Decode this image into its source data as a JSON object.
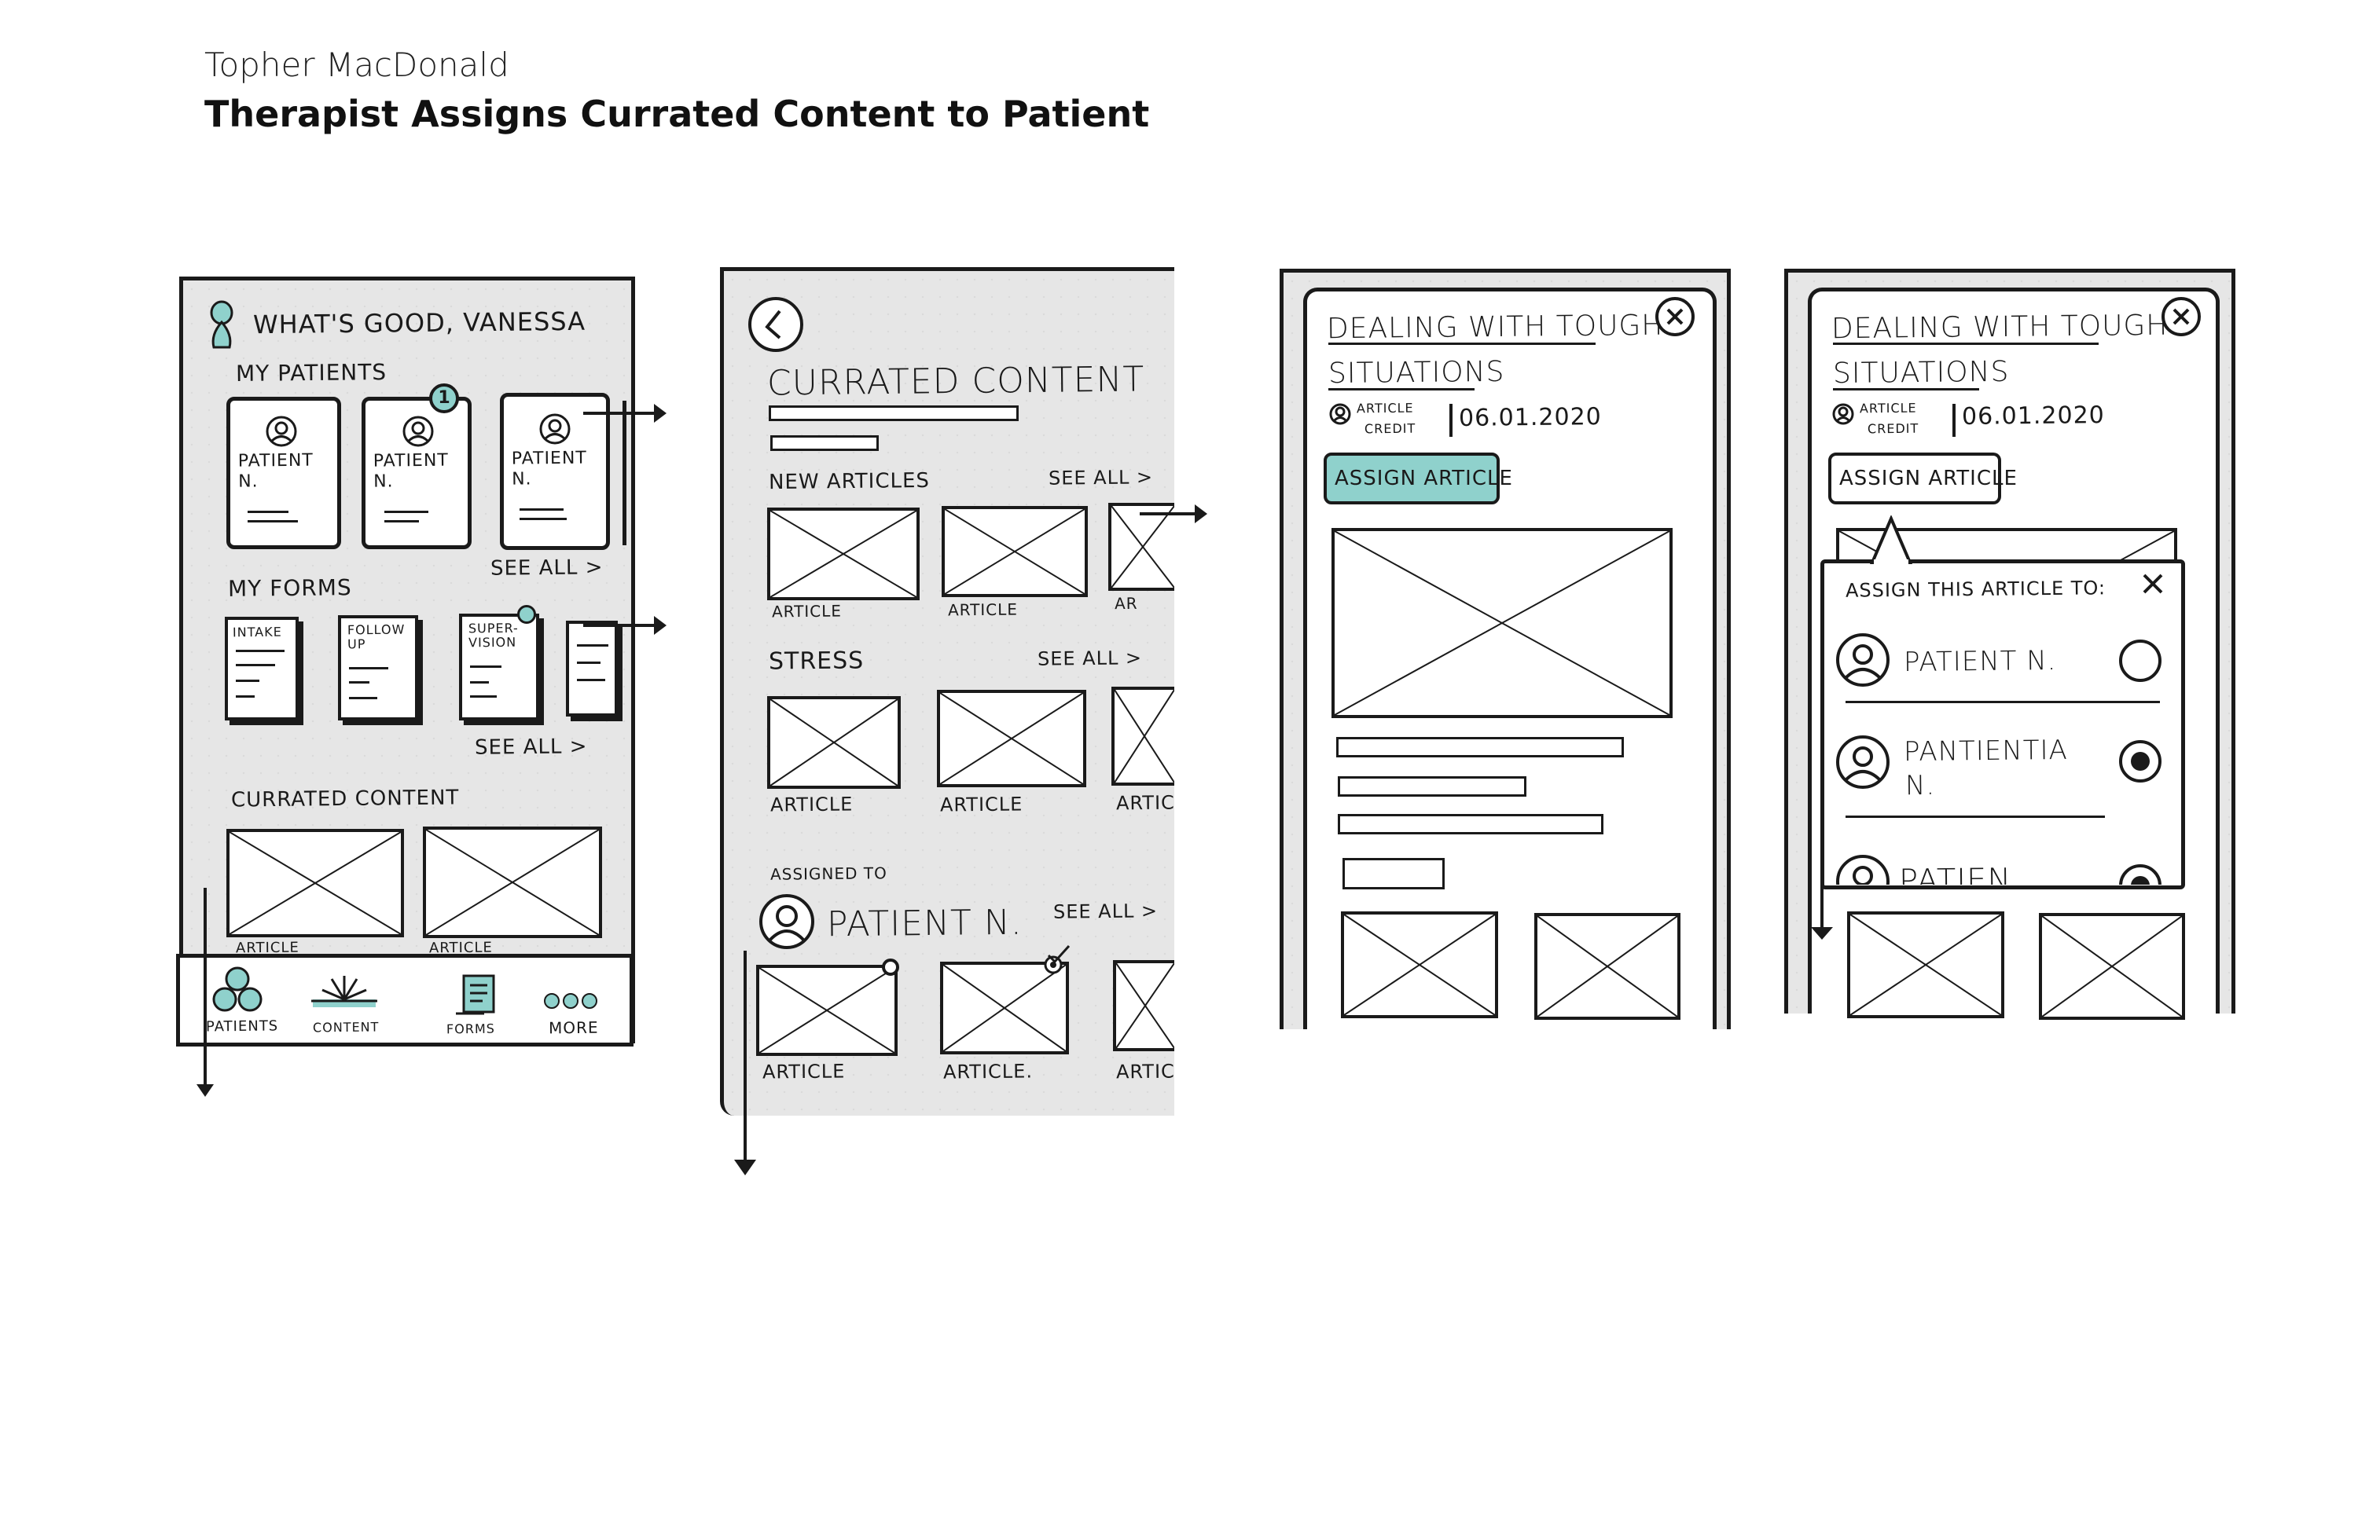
{
  "header": {
    "author": "Topher MacDonald",
    "title": "Therapist Assigns Currated Content to Patient"
  },
  "screen1": {
    "greeting": "What's good, Vanessa",
    "my_patients_label": "My Patients",
    "patients": [
      {
        "label": "Patient N."
      },
      {
        "label": "Patient N."
      },
      {
        "label": "Patient N."
      }
    ],
    "patient_badge": "1",
    "see_all_1": "See All >",
    "my_forms_label": "My Forms",
    "forms": [
      "Intake",
      "Follow up",
      "Super-vision"
    ],
    "see_all_2": "See All >",
    "currated_label": "Currated Content",
    "article_labels": [
      "Article",
      "Article"
    ],
    "nav": [
      "Patients",
      "Content",
      "Forms",
      "More"
    ]
  },
  "screen2": {
    "heading": "Currated Content",
    "new_articles_label": "New Articles",
    "see_all_new": "See all >",
    "new_articles": [
      "Article",
      "Article",
      "Ar"
    ],
    "stress_label": "Stress",
    "see_all_stress": "See all >",
    "stress_articles": [
      "Article",
      "Article",
      "Artic"
    ],
    "assigned_label": "Assigned To",
    "assigned_patient": "Patient N.",
    "see_all_assigned": "See all >",
    "assigned_articles": [
      "Article",
      "Article.",
      "Artic"
    ]
  },
  "screen3": {
    "title_line1": "Dealing with tough",
    "title_line2": "situations",
    "credit_line1": "Article",
    "credit_line2": "Credit",
    "date": "06.01.2020",
    "assign_button": "Assign Article"
  },
  "screen4": {
    "title_line1": "Dealing with tough",
    "title_line2": "situations",
    "credit_line1": "Article",
    "credit_line2": "Credit",
    "date": "06.01.2020",
    "assign_button": "Assign Article",
    "popup_title": "Assign this article to:",
    "popup_patients": [
      {
        "name_line1": "Patient N.",
        "name_line2": "",
        "selected": false
      },
      {
        "name_line1": "Pantientia",
        "name_line2": "N.",
        "selected": true
      },
      {
        "name_line1": "Patien",
        "name_line2": "",
        "selected": true
      }
    ]
  },
  "colors": {
    "accent": "#8fd1cc",
    "panel": "#e6e6e6",
    "ink": "#1a1a1a"
  }
}
